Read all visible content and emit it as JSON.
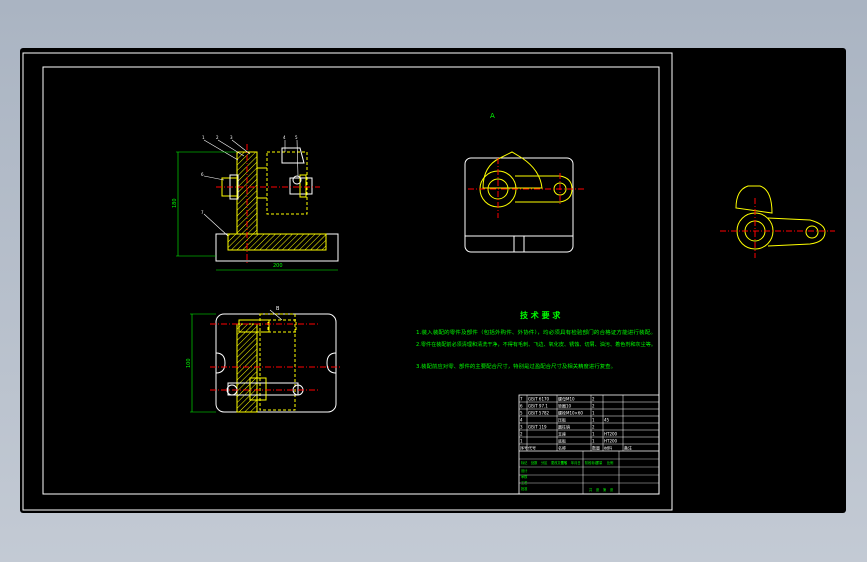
{
  "drawing": {
    "view_marker_top": "A",
    "view_marker_bottom": "B",
    "dims": {
      "height": "180",
      "width": "200",
      "depth": "100"
    },
    "part_numbers_front": [
      "1",
      "2",
      "3",
      "4",
      "5",
      "6",
      "7"
    ]
  },
  "technical_requirements": {
    "title": "技 术 要 求",
    "lines": [
      "1.装入装配的零件及部件（包括外购件、外协件），均必须具有检验部门的合格证方能进行装配。",
      "2.零件在装配前必须清理和清洗干净，不得有毛刺、飞边、氧化皮、锈蚀、切屑、油污、着色剂和灰尘等。",
      "3.装配前应对零、部件的主要配合尺寸，特别是过盈配合尺寸及相关精度进行复查。"
    ]
  },
  "title_block": {
    "rows": [
      [
        "7",
        "GB/T 6170",
        "螺母M10",
        "2",
        "",
        ""
      ],
      [
        "6",
        "GB/T 97.1",
        "垫圈10",
        "2",
        "",
        ""
      ],
      [
        "5",
        "GB/T 5782",
        "螺栓M10×60",
        "1",
        "",
        ""
      ],
      [
        "4",
        "",
        "压板",
        "1",
        "45",
        ""
      ],
      [
        "3",
        "GB/T 119",
        "圆柱销",
        "2",
        "",
        ""
      ],
      [
        "2",
        "",
        "支座",
        "1",
        "HT200",
        ""
      ],
      [
        "1",
        "",
        "底板",
        "1",
        "HT200",
        ""
      ]
    ],
    "headers": [
      "序号",
      "代号",
      "名称",
      "数量",
      "材料",
      "备注"
    ],
    "sign_labels": [
      "标记",
      "处数",
      "分区",
      "更改文件号",
      "签名",
      "年月日"
    ],
    "approval_labels": [
      "设计",
      "审核",
      "工艺",
      "批准"
    ],
    "stage_labels": [
      "阶段标记",
      "重量",
      "比例"
    ],
    "footer_labels": [
      "共",
      "张",
      "第",
      "张"
    ]
  },
  "colors": {
    "sheet": "#000000",
    "frame": "#ffffff",
    "outline": "#ffffff",
    "part": "#ffff00",
    "dimension": "#00ff00",
    "centerline": "#ff0000",
    "hatch": "#ffff00",
    "note": "#00ff00",
    "leader": "#ffffff"
  }
}
